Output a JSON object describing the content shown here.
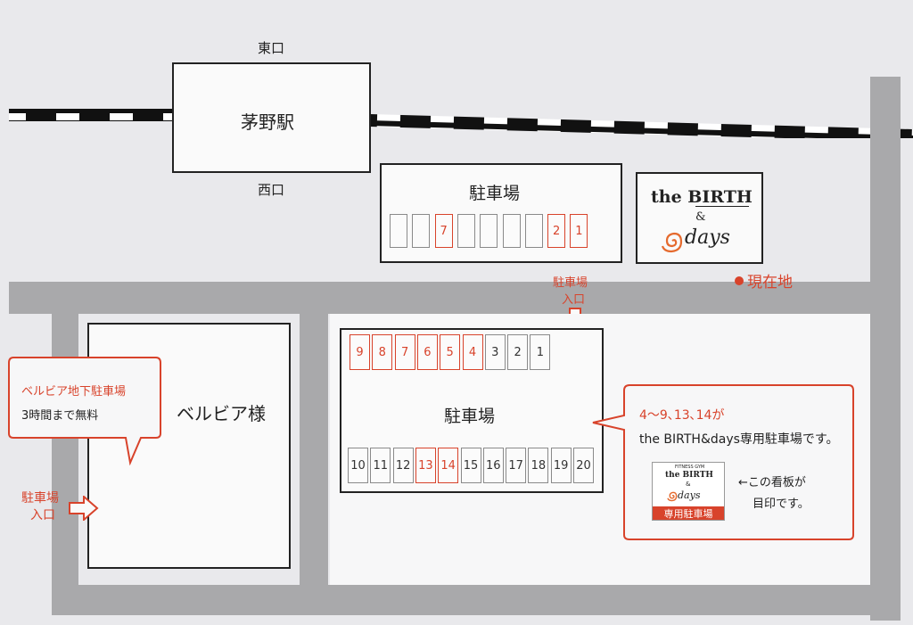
{
  "station": {
    "name": "茅野駅",
    "east_exit": "東口",
    "west_exit": "西口"
  },
  "top_parking": {
    "title": "駐車場",
    "stalls": [
      "",
      "",
      "7",
      "",
      "",
      "",
      "",
      "2",
      "1"
    ],
    "highlighted": [
      "7",
      "2",
      "1"
    ]
  },
  "logo": {
    "line1": "the BIRTH",
    "line2": "&",
    "line3": "days"
  },
  "current_location": {
    "label": "現在地"
  },
  "parking_entrance_top": {
    "label_line1": "駐車場",
    "label_line2": "入口"
  },
  "main_parking": {
    "title": "駐車場",
    "top_row": [
      "9",
      "8",
      "7",
      "6",
      "5",
      "4",
      "3",
      "2",
      "1"
    ],
    "bottom_row": [
      "10",
      "11",
      "12",
      "13",
      "14",
      "15",
      "16",
      "17",
      "18",
      "19",
      "20"
    ],
    "highlighted": [
      "4",
      "5",
      "6",
      "7",
      "8",
      "9",
      "13",
      "14"
    ]
  },
  "bellvia": {
    "name": "ベルビア様"
  },
  "bellvia_callout": {
    "title": "ベルビア地下駐車場",
    "note": "3時間まで無料"
  },
  "parking_entrance_left": {
    "label_line1": "駐車場",
    "label_line2": "入口"
  },
  "info_callout": {
    "line1": "4～9､13､14が",
    "line2": "the BIRTH&days専用駐車場です。",
    "sign_caption_line1": "←この看板が",
    "sign_caption_line2": "目印です。",
    "sign": {
      "top": "FITNESS GYM",
      "brand": "the BIRTH",
      "amp": "&",
      "days": "days",
      "badge": "専用駐車場"
    }
  },
  "colors": {
    "accent": "#d8432b",
    "road": "#a9a9ab",
    "line": "#222222"
  }
}
